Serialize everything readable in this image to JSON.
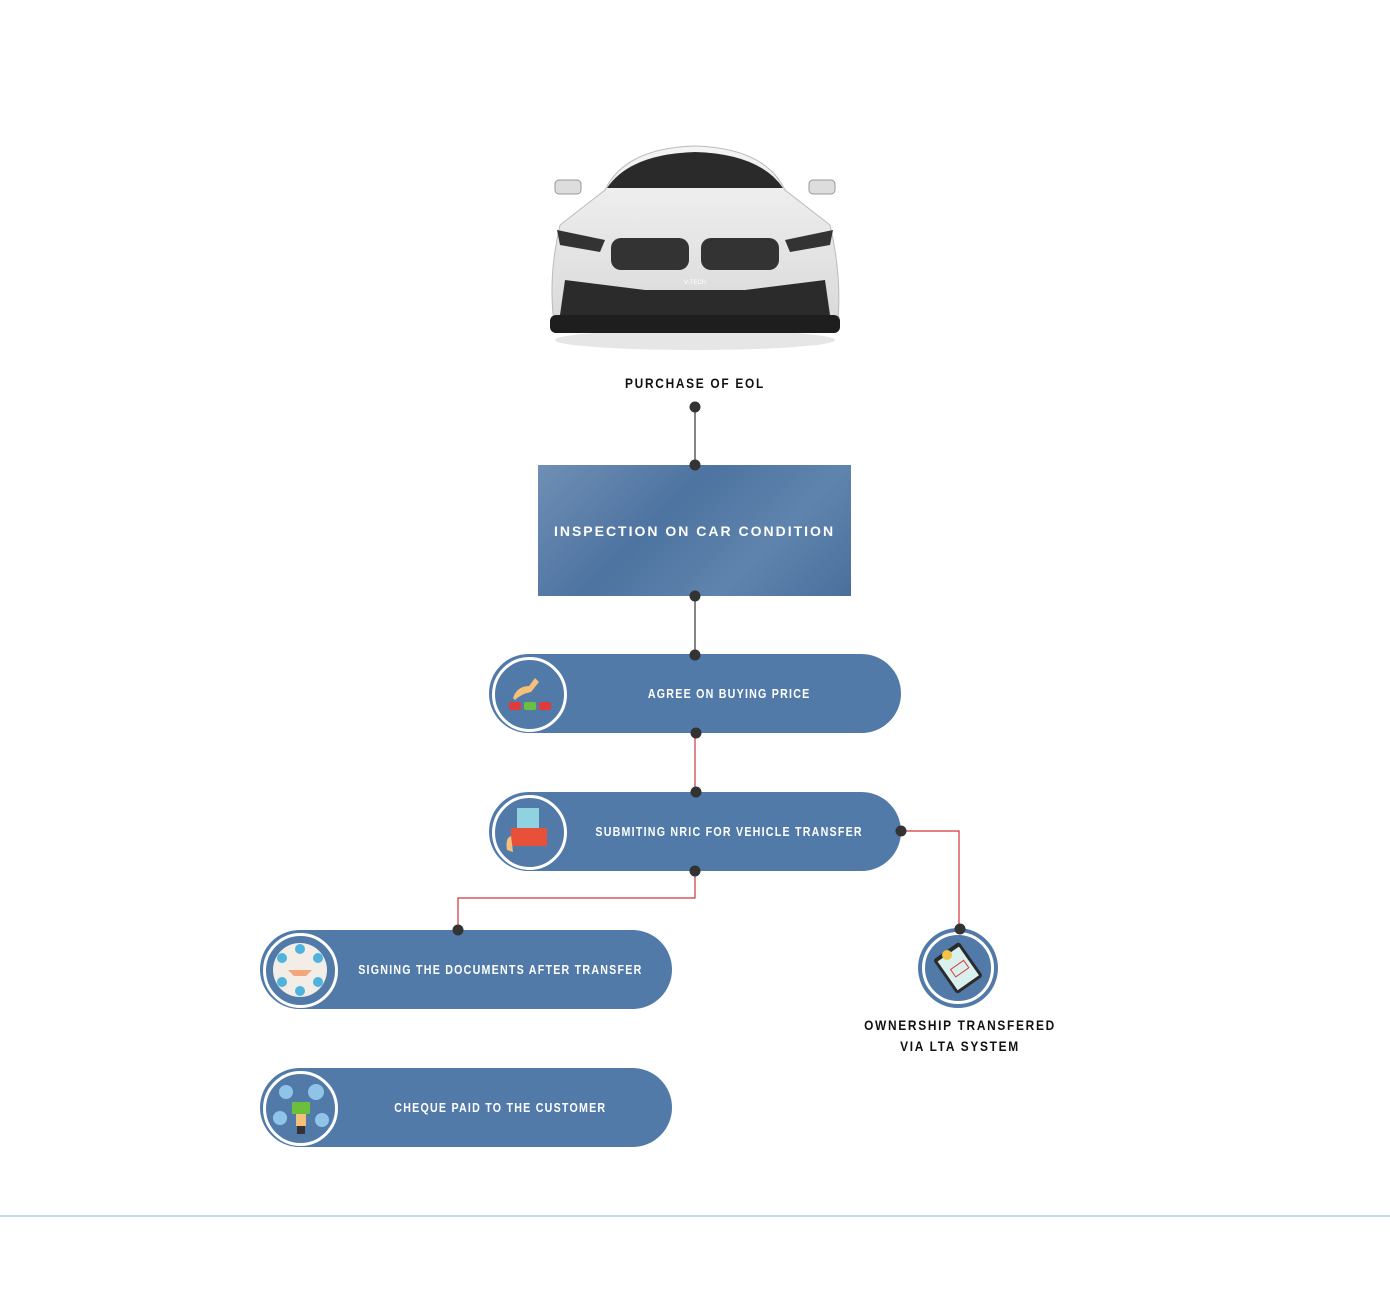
{
  "car": {
    "plate_text": "V-TECH"
  },
  "steps": {
    "purchase": "PURCHASE OF EOL",
    "inspection": "INSPECTION ON CAR CONDITION",
    "agree": "AGREE ON BUYING PRICE",
    "submit": "SUBMITING NRIC FOR VEHICLE TRANSFER",
    "signing": "SIGNING THE DOCUMENTS AFTER TRANSFER",
    "cheque": "CHEQUE PAID TO THE CUSTOMER",
    "ownership_line1": "OWNERSHIP TRANSFERED",
    "ownership_line2": "VIA LTA SYSTEM"
  },
  "colors": {
    "pill": "#517aa8",
    "connector_red": "#d0343c",
    "connector_dark": "#333333",
    "dot": "#333333",
    "footer_line": "#8fb0d6"
  }
}
